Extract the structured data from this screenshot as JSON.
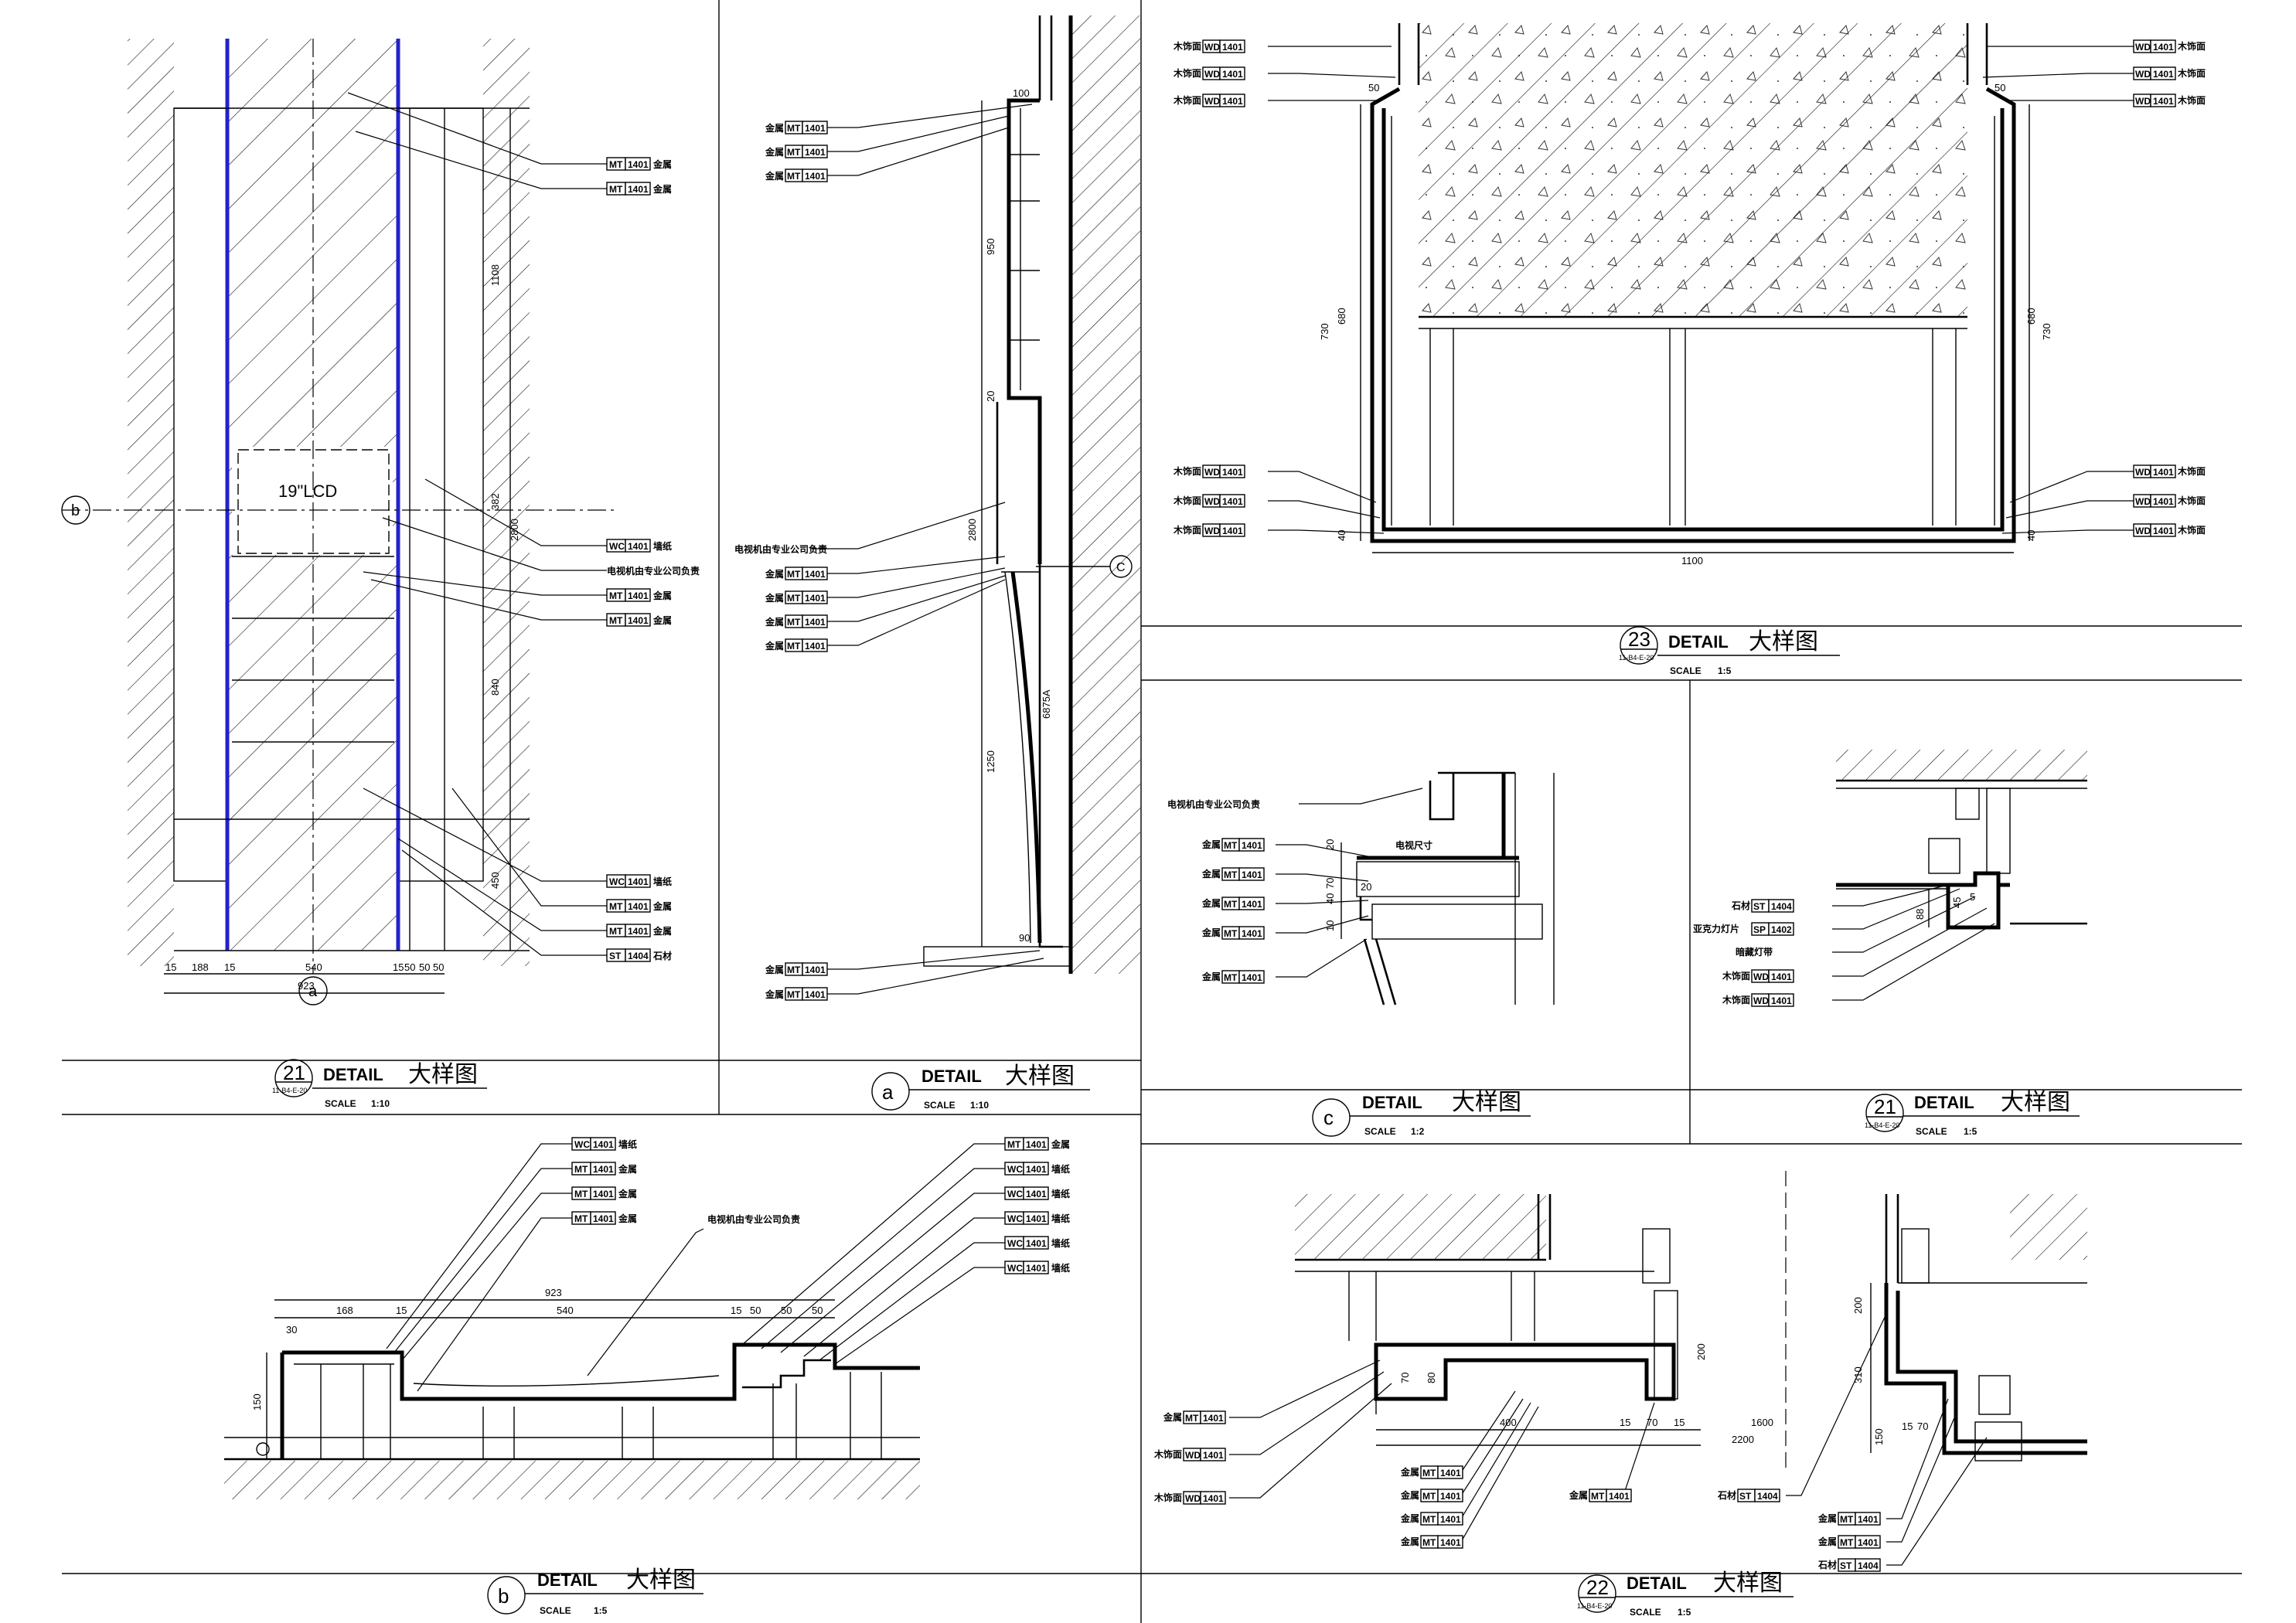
{
  "panels": {
    "p21a": {
      "title_num": "21",
      "title_ref": "11-B4-E-20",
      "title_en": "DETAIL",
      "title_cn": "大样图",
      "scale_label": "SCALE",
      "scale_value": "1:10"
    },
    "pa": {
      "title_num": "a",
      "title_en": "DETAIL",
      "title_cn": "大样图",
      "scale_label": "SCALE",
      "scale_value": "1:10"
    },
    "p23": {
      "title_num": "23",
      "title_ref": "11-B4-E-20",
      "title_en": "DETAIL",
      "title_cn": "大样图",
      "scale_label": "SCALE",
      "scale_value": "1:5"
    },
    "pc": {
      "title_num": "c",
      "title_en": "DETAIL",
      "title_cn": "大样图",
      "scale_label": "SCALE",
      "scale_value": "1:2"
    },
    "p21b": {
      "title_num": "21",
      "title_ref": "11-B4-E-20",
      "title_en": "DETAIL",
      "title_cn": "大样图",
      "scale_label": "SCALE",
      "scale_value": "1:5"
    },
    "pb": {
      "title_num": "b",
      "title_en": "DETAIL",
      "title_cn": "大样图",
      "scale_label": "SCALE",
      "scale_value": "1:5"
    },
    "p22": {
      "title_num": "22",
      "title_ref": "11-B4-E-20",
      "title_en": "DETAIL",
      "title_cn": "大样图",
      "scale_label": "SCALE",
      "scale_value": "1:5"
    }
  },
  "labels": {
    "lcd": "19\"LCD",
    "tv_note": "电视机由专业公司负责",
    "tv_size": "电视尺寸",
    "light_strip": "暗藏灯带",
    "sec_b": "b",
    "sec_c": "C",
    "sec_a": "a",
    "vertical_note": "6875A"
  },
  "tags": {
    "MT": {
      "code": "MT",
      "num": "1401",
      "name": "金属"
    },
    "WC": {
      "code": "WC",
      "num": "1401",
      "name": "墙纸"
    },
    "WD": {
      "code": "WD",
      "num": "1401",
      "name": "木饰面"
    },
    "ST": {
      "code": "ST",
      "num": "1404",
      "name": "石材"
    },
    "SP": {
      "code": "SP",
      "num": "1402",
      "name": "亚克力灯片"
    }
  },
  "dims": {
    "d21a_bottom": [
      "15",
      "188",
      "15",
      "540",
      "15",
      "50",
      "50",
      "50"
    ],
    "d21a_total": "923",
    "d21a_right": [
      "1108",
      "382",
      "2800",
      "840",
      "450"
    ],
    "da": [
      "100",
      "950",
      "20",
      "2800",
      "1250",
      "90"
    ],
    "d23": [
      "50",
      "50",
      "730",
      "680",
      "730",
      "680",
      "40",
      "40",
      "1100"
    ],
    "dc": [
      "20",
      "70",
      "40",
      "10",
      "20"
    ],
    "d21b": [
      "88",
      "45",
      "5"
    ],
    "db_top": [
      "168",
      "15",
      "540",
      "15",
      "50",
      "50",
      "50"
    ],
    "db_total": "923",
    "db_side": [
      "150",
      "30"
    ],
    "d22": [
      "70",
      "80",
      "400",
      "15",
      "70",
      "15",
      "200",
      "1600",
      "2200",
      "310",
      "200",
      "15",
      "70",
      "150"
    ]
  }
}
